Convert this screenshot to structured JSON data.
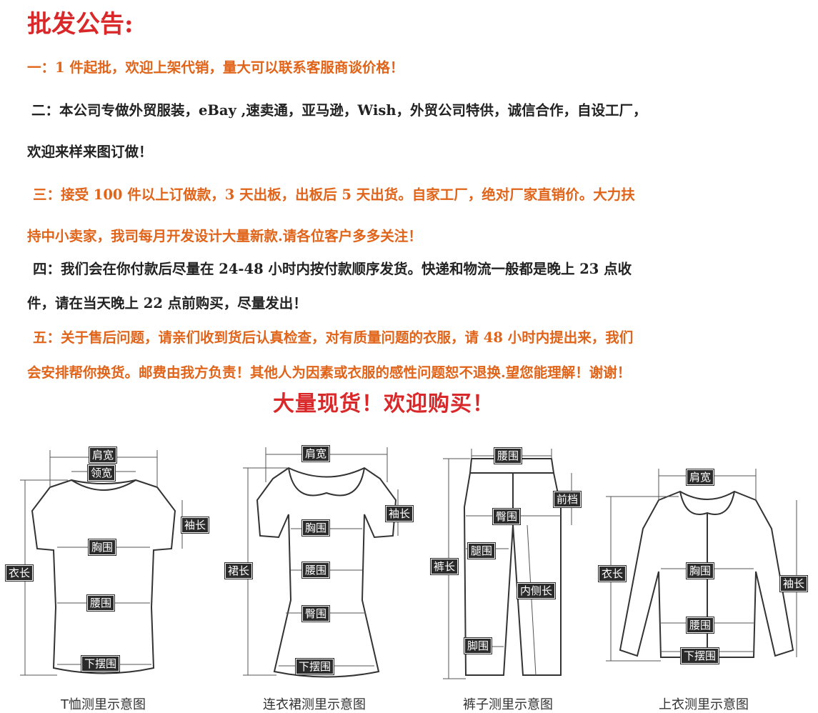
{
  "notice": {
    "title": "批发公告:",
    "line1": "一：1 件起批，欢迎上架代销，量大可以联系客服商谈价格！",
    "line2a": "二：本公司专做外贸服装，eBay ,速卖通，亚马逊，Wish，外贸公司特供，诚信合作，自设工厂，",
    "line2b": "欢迎来样来图订做！",
    "line3a": "三：接受 100 件以上订做款，3 天出板，出板后 5 天出货。自家工厂，绝对厂家直销价。大力扶",
    "line3b": "持中小卖家，我司每月开发设计大量新款.请各位客户多多关注！",
    "line4a": "四：我们会在你付款后尽量在 24-48 小时内按付款顺序发货。快递和物流一般都是晚上 23 点收",
    "line4b": "件，请在当天晚上 22 点前购买，尽量发出！",
    "line5a": "五：关于售后问题，请亲们收到货后认真检查，对有质量问题的衣服，请 48 小时内提出来，我们",
    "line5b": "会安排帮你换货。邮费由我方负责！其他人为因素或衣服的感性问题恕不退换.望您能理解！谢谢！",
    "banner": "大量现货！欢迎购买！"
  },
  "diagrams": {
    "tshirt": {
      "caption": "T恤测里示意图",
      "shoulder": "肩宽",
      "collar": "领宽",
      "sleeve": "袖长",
      "chest": "胸围",
      "length": "衣长",
      "waist": "腰围",
      "hem": "下摆围"
    },
    "dress": {
      "caption": "连衣裙测里示意图",
      "shoulder": "肩宽",
      "sleeve": "袖长",
      "chest": "胸围",
      "length": "裙长",
      "waist": "腰围",
      "hip": "臀围",
      "hem": "下摆围"
    },
    "pants": {
      "caption": "裤子测里示意图",
      "waist": "腰围",
      "rise": "前档",
      "hip": "臀围",
      "thigh": "腿围",
      "length": "裤长",
      "inseam": "内侧长",
      "leg_opening": "脚围"
    },
    "shirt": {
      "caption": "上衣测里示意图",
      "shoulder": "肩宽",
      "length": "衣长",
      "chest": "胸围",
      "sleeve": "袖长",
      "waist": "腰围",
      "hem": "下摆围"
    }
  },
  "colors": {
    "red": "#d9282a",
    "orange": "#e0641a",
    "text": "#222222",
    "label_bg": "#2b2b2b"
  }
}
